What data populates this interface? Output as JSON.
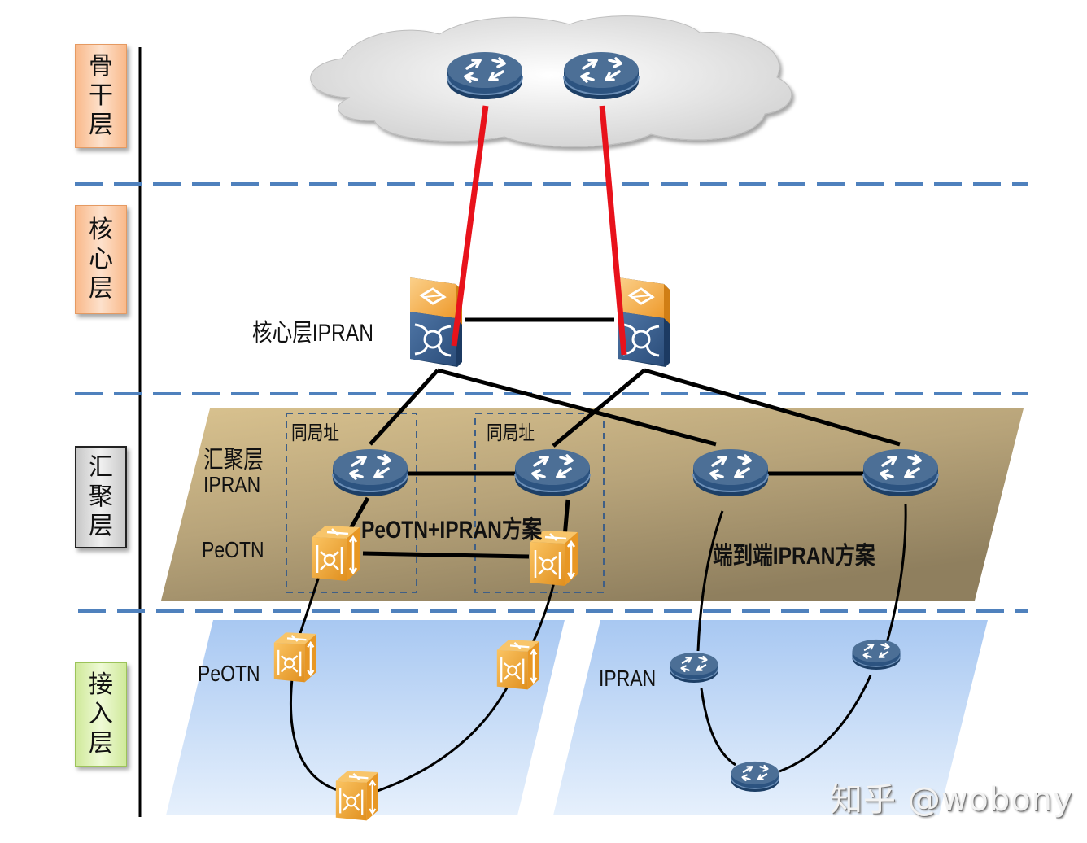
{
  "layers": [
    {
      "id": "backbone",
      "label": "骨干层",
      "color": "#fbc8a2"
    },
    {
      "id": "core",
      "label": "核心层",
      "color": "#fbc8a2"
    },
    {
      "id": "aggregation",
      "label": "汇聚层",
      "color": "#dcdcdc"
    },
    {
      "id": "access",
      "label": "接入层",
      "color": "#e3f5bd"
    }
  ],
  "labels": {
    "core_ipran": "核心层IPRAN",
    "agg_ipran_line1": "汇聚层",
    "agg_ipran_line2": "IPRAN",
    "agg_peotn": "PeOTN",
    "same_site_1": "同局址",
    "same_site_2": "同局址",
    "scheme_peotn_ipran": "PeOTN+IPRAN方案",
    "scheme_e2e_ipran": "端到端IPRAN方案",
    "access_peotn": "PeOTN",
    "access_ipran": "IPRAN"
  },
  "watermark": "知乎 @wobony",
  "colors": {
    "uplink": "#e8121b",
    "link": "#000000",
    "divider": "#4f81bd",
    "agg_band": "#c9b48a",
    "access_band": "#b9d3f5",
    "router": "#3d5f85",
    "peotn": "#f0a83a"
  },
  "devices": {
    "backbone_routers": 2,
    "core_switches": 2,
    "agg_routers": 4,
    "agg_peotn": 2,
    "access_peotn": 3,
    "access_ipran_routers": 3
  }
}
